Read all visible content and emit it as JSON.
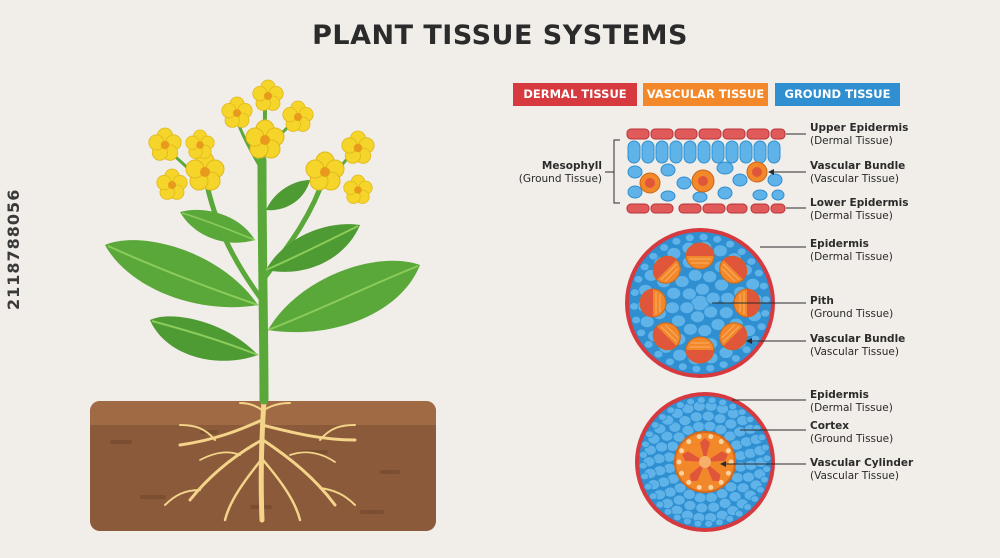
{
  "title": "PLANT TISSUE SYSTEMS",
  "legend": [
    {
      "label": "DERMAL TISSUE",
      "color": "#d63a3f"
    },
    {
      "label": "VASCULAR TISSUE",
      "color": "#f2882a"
    },
    {
      "label": "GROUND TISSUE",
      "color": "#2f8fd1"
    }
  ],
  "leaf": {
    "mesophyll": {
      "name": "Mesophyll",
      "type": "(Ground Tissue)"
    },
    "upper_epidermis": {
      "name": "Upper Epidermis",
      "type": "(Dermal Tissue)"
    },
    "vascular_bundle": {
      "name": "Vascular Bundle",
      "type": "(Vascular Tissue)"
    },
    "lower_epidermis": {
      "name": "Lower Epidermis",
      "type": "(Dermal Tissue)"
    }
  },
  "stem": {
    "epidermis": {
      "name": "Epidermis",
      "type": "(Dermal Tissue)"
    },
    "pith": {
      "name": "Pith",
      "type": "(Ground Tissue)"
    },
    "vascular_bundle": {
      "name": "Vascular Bundle",
      "type": "(Vascular Tissue)"
    }
  },
  "root": {
    "epidermis": {
      "name": "Epidermis",
      "type": "(Dermal Tissue)"
    },
    "cortex": {
      "name": "Cortex",
      "type": "(Ground Tissue)"
    },
    "vascular_cylinder": {
      "name": "Vascular Cylinder",
      "type": "(Vascular Tissue)"
    }
  },
  "watermark": "2118788056",
  "colors": {
    "background": "#f1ede8",
    "dermal": "#d63a3f",
    "vascular": "#f2882a",
    "ground": "#2f8fd1",
    "ground_cell": "#5fb3e8",
    "leaf_green": "#5aa83a",
    "flower_yellow": "#f5d52a",
    "soil": "#8a5a3b",
    "root": "#f3d489"
  }
}
